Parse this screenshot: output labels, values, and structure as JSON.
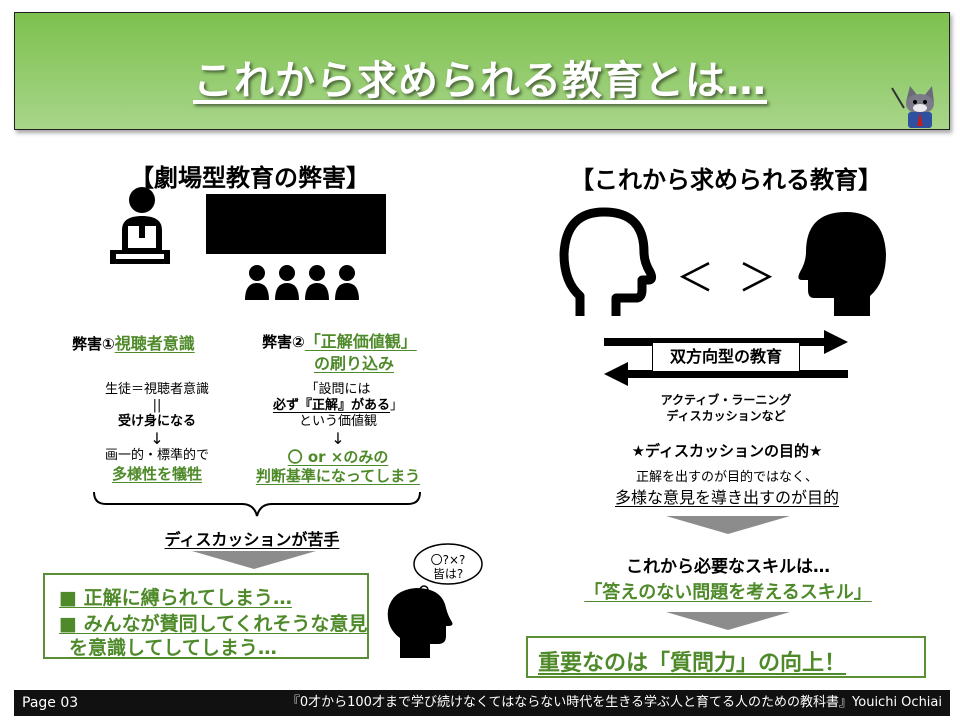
{
  "title": "これから求められる教育とは…",
  "left": {
    "header": "【劇場型教育の弊害】",
    "harm1": {
      "prefix": "弊害①",
      "main": "視聴者意識"
    },
    "harm2": {
      "prefix": "弊害②",
      "main1": "「正解価値観」",
      "main2": "の刷り込み"
    },
    "flow1": {
      "l1": "生徒＝視聴者意識",
      "l2": "||",
      "l3": "受け身になる",
      "l4": "↓",
      "l5": "画一的・標準的で",
      "l6": "多様性を犠牲"
    },
    "flow2": {
      "l1": "「設問には",
      "l2a": "必ず『正解』がある",
      "l2b": "」",
      "l3": "という価値観",
      "l4": "↓",
      "l5": "〇 or ×のみの",
      "l6": "判断基準になってしまう"
    },
    "weak": "ディスカッションが苦手",
    "box_line1": "■ 正解に縛られてしまう…",
    "box_line2": "■ みんなが賛同してくれそうな意見",
    "box_line3": "を意識してしてしまう…",
    "thought": {
      "l1": "〇?×?",
      "l2": "皆は?"
    }
  },
  "right": {
    "header": "【これから求められる教育】",
    "lt": "＜",
    "gt": "＞",
    "bidir_label": "双方向型の教育",
    "examples1": "アクティブ・ラーニング",
    "examples2": "ディスカッションなど",
    "purpose_title": "★ディスカッションの目的★",
    "purpose_l1": "正解を出すのが目的ではなく、",
    "purpose_l2": "多様な意見を導き出すのが目的",
    "skill_title": "これから必要なスキルは…",
    "skill": "「答えのない問題を考えるスキル」",
    "conclusion": "重要なのは「質問力」の向上！"
  },
  "footer": {
    "page": "Page 03",
    "book": "『0才から100才まで学び続けなくてはならない時代を生きる学ぶ人と育てる人のための教科書』Youichi Ochiai"
  },
  "colors": {
    "green": "#4f8a2a",
    "title_green": "#7dc14e",
    "footer_bg": "#111111"
  },
  "icons": [
    "teacher-icon",
    "screen-icon",
    "audience-icon",
    "head-outline-icon",
    "head-solid-icon",
    "thinking-head-icon",
    "mascot-icon"
  ]
}
